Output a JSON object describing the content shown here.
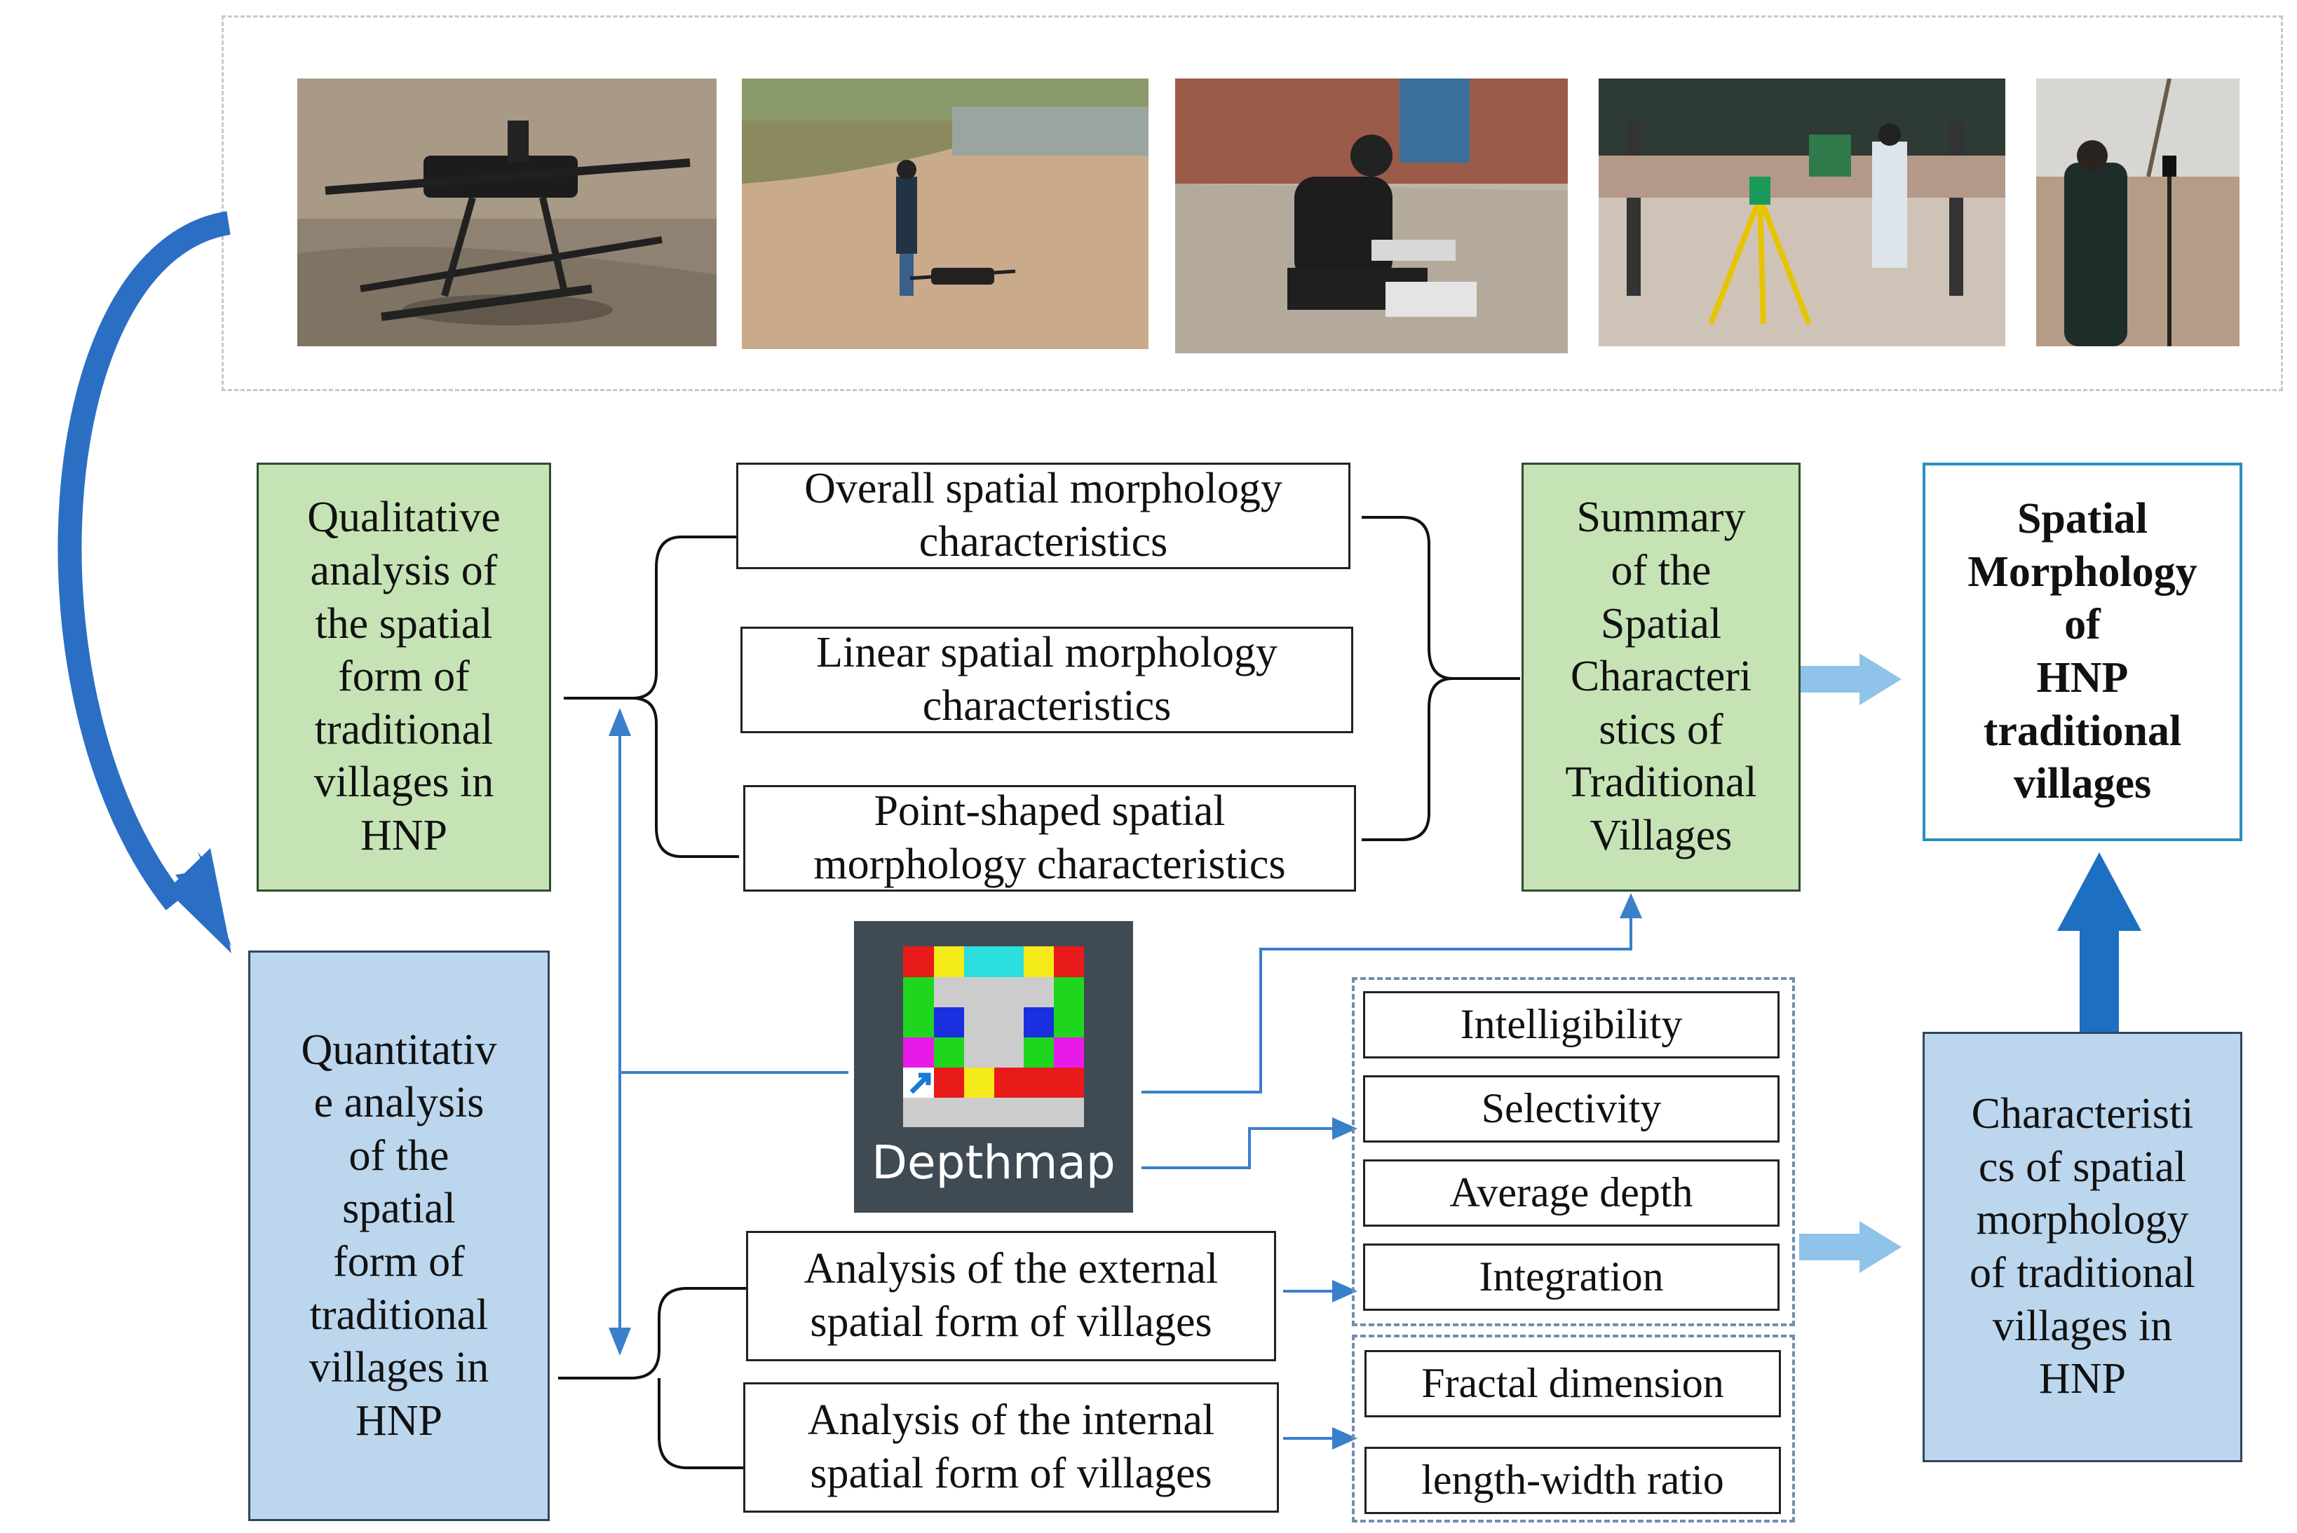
{
  "photos": [
    {
      "subject": "drone on ground"
    },
    {
      "subject": "person flying drone"
    },
    {
      "subject": "person preparing drone"
    },
    {
      "subject": "surveying instrument with person"
    },
    {
      "subject": "person with measuring pole"
    }
  ],
  "left_boxes": {
    "qualitative": "Qualitative\nanalysis of\nthe spatial\nform of\ntraditional\nvillages in\nHNP",
    "quantitative": "Quantitativ\ne analysis\nof the\nspatial\nform of\ntraditional\nvillages in\nHNP"
  },
  "middle_boxes": {
    "overall": "Overall spatial morphology\ncharacteristics",
    "linear": "Linear spatial morphology\ncharacteristics",
    "point": "Point-shaped spatial\nmorphology characteristics",
    "external": "Analysis of the external\nspatial form of villages",
    "internal": "Analysis of the internal\nspatial form of villages"
  },
  "depthmap": {
    "label": "Depthmap"
  },
  "metrics_group1": [
    "Intelligibility",
    "Selectivity",
    "Average depth",
    "Integration"
  ],
  "metrics_group2": [
    "Fractal dimension",
    "length-width ratio"
  ],
  "right_boxes": {
    "summary": "Summary\nof the\nSpatial\nCharacteri\nstics of\nTraditional\nVillages",
    "characteristics": "Characteristi\ncs of spatial\nmorphology\nof traditional\nvillages in\nHNP",
    "result": "Spatial\nMorphology\nof\nHNP\ntraditional\nvillages"
  },
  "colors": {
    "green_fill": "#c6e3b5",
    "blue_fill": "#bcd6ed",
    "result_border": "#2b8fc1",
    "arrow_blue": "#2b6fc4",
    "thin_arrow": "#3a7fc9",
    "light_arrow": "#8fc3ea"
  }
}
